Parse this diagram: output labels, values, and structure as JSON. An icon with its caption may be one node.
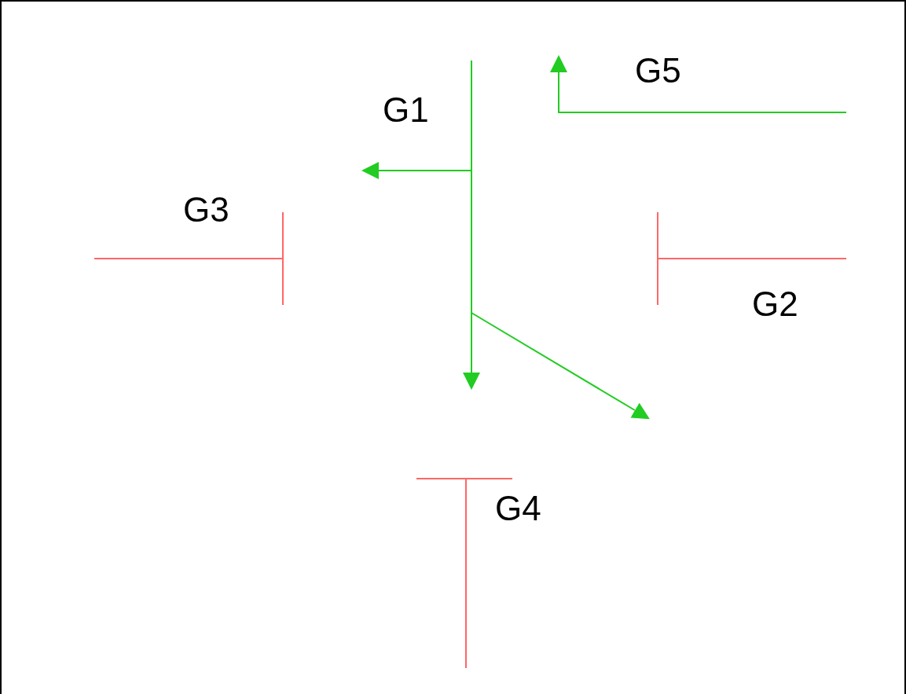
{
  "diagram": {
    "labels": [
      "G5",
      "G1",
      "G3",
      "G2",
      "G4"
    ]
  }
}
